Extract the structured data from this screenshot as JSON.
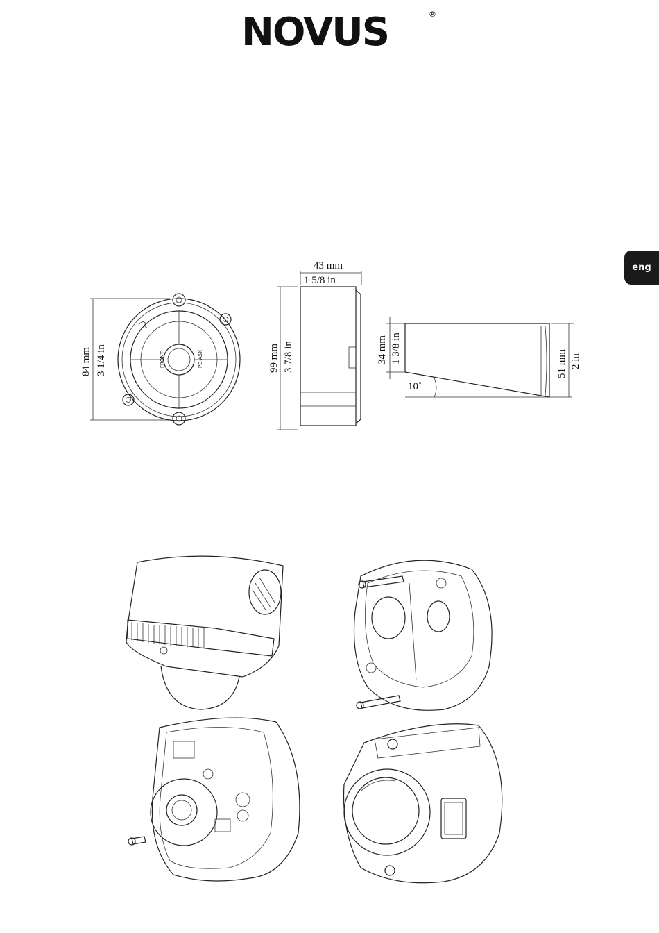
{
  "brand": {
    "logo_text": "NOVUS",
    "registered_mark": "®"
  },
  "language_tab": "eng",
  "colors": {
    "logo": "#111111",
    "tab_bg": "#1a1a1a",
    "tab_text": "#ffffff"
  },
  "top_view": {
    "dim_mm": "84 mm",
    "dim_in": "3 1/4 in",
    "label_front": "FRONT",
    "label_dome": "PD-A5X"
  },
  "side_view": {
    "width_mm": "43 mm",
    "width_in": "1 5/8 in",
    "height_mm": "99 mm",
    "height_in": "3 7/8 in"
  },
  "angled_view": {
    "low_mm": "34 mm",
    "low_in": "1 3/8 in",
    "high_mm": "51 mm",
    "high_in": "2 in",
    "angle": "10˚"
  }
}
